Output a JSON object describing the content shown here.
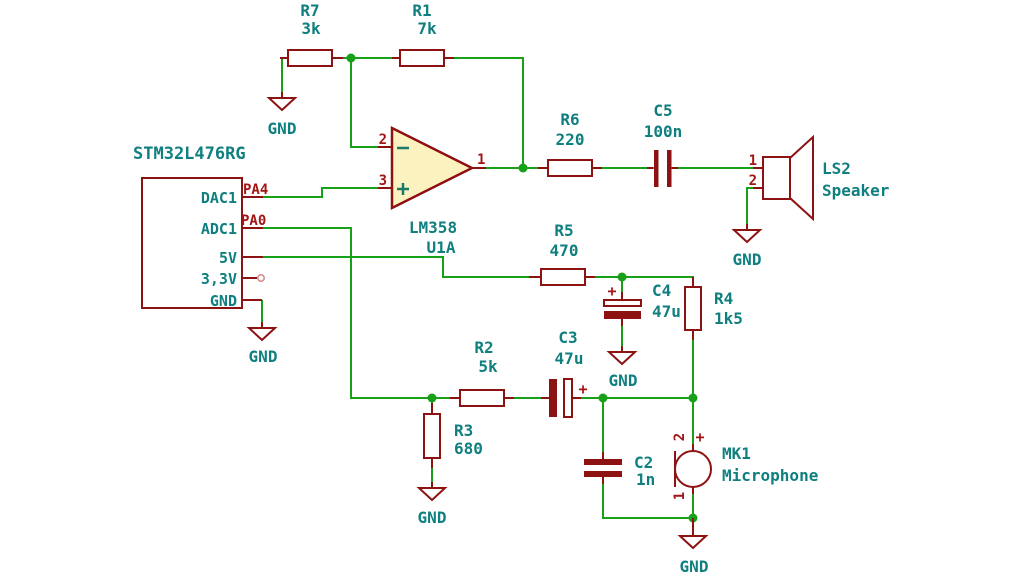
{
  "diagram_type": "circuit-schematic",
  "colors": {
    "wire": "#18a018",
    "symbol_outline": "#8d1212",
    "label_text": "#0f7f7f",
    "pin_number_text": "#a31515",
    "opamp_fill": "#fbf2c0",
    "background": "#ffffff"
  },
  "labels": {
    "gnd": "GND"
  },
  "mcu": {
    "title": "STM32L476RG",
    "pin_dac": "DAC1",
    "pin_adc": "ADC1",
    "pin_5v": "5V",
    "pin_3v3": "3,3V",
    "pin_gnd": "GND",
    "pad_dac": "PA4",
    "pad_adc": "PA0"
  },
  "opamp": {
    "part": "LM358",
    "ref": "U1A",
    "pin_inverting": "2",
    "pin_noninverting": "3",
    "pin_output": "1"
  },
  "resistors": {
    "r7": {
      "ref": "R7",
      "value": "3k"
    },
    "r1": {
      "ref": "R1",
      "value": "7k"
    },
    "r6": {
      "ref": "R6",
      "value": "220"
    },
    "r5": {
      "ref": "R5",
      "value": "470"
    },
    "r4": {
      "ref": "R4",
      "value": "1k5"
    },
    "r2": {
      "ref": "R2",
      "value": "5k"
    },
    "r3": {
      "ref": "R3",
      "value": "680"
    }
  },
  "capacitors": {
    "c5": {
      "ref": "C5",
      "value": "100n"
    },
    "c4": {
      "ref": "C4",
      "value": "47u",
      "polarity": "+"
    },
    "c3": {
      "ref": "C3",
      "value": "47u",
      "polarity": "+"
    },
    "c2": {
      "ref": "C2",
      "value": "1n"
    }
  },
  "speaker": {
    "ref": "LS2",
    "name": "Speaker",
    "pin1": "1",
    "pin2": "2"
  },
  "microphone": {
    "ref": "MK1",
    "name": "Microphone",
    "pin1": "1",
    "pin2": "2",
    "polarity": "+"
  }
}
